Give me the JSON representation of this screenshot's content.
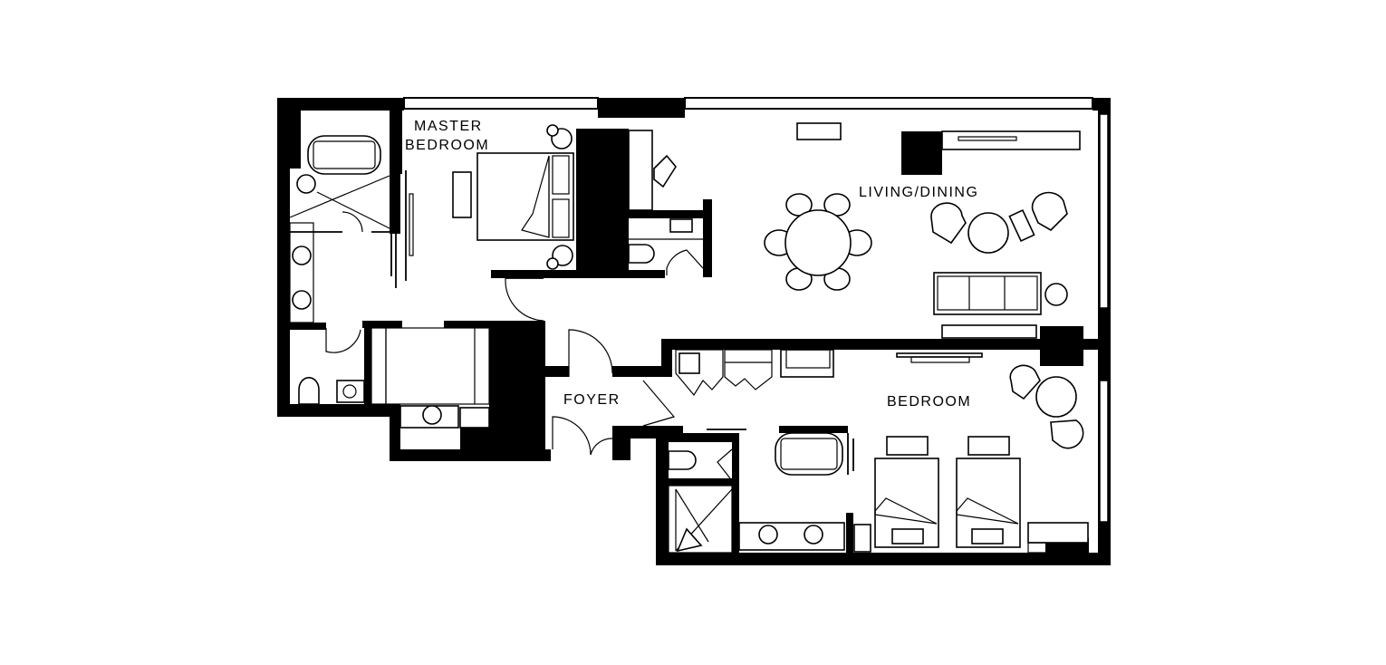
{
  "floor_plan": {
    "rooms": {
      "master_bedroom_line1": "MASTER",
      "master_bedroom_line2": "BEDROOM",
      "living_dining": "LIVING/DINING",
      "foyer": "FOYER",
      "bedroom": "BEDROOM"
    },
    "colors": {
      "wall": "#000000",
      "background": "#ffffff"
    }
  }
}
